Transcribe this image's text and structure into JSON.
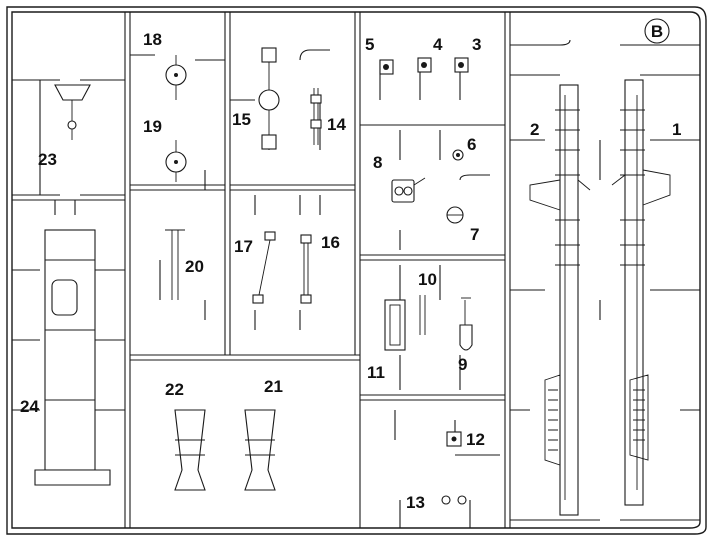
{
  "sprue_letter": "B",
  "part_numbers": [
    "1",
    "2",
    "3",
    "4",
    "5",
    "6",
    "7",
    "8",
    "9",
    "10",
    "11",
    "12",
    "13",
    "14",
    "15",
    "16",
    "17",
    "18",
    "19",
    "20",
    "21",
    "22",
    "23",
    "24"
  ],
  "colors": {
    "line": "#1a1a1a",
    "background": "#ffffff"
  }
}
